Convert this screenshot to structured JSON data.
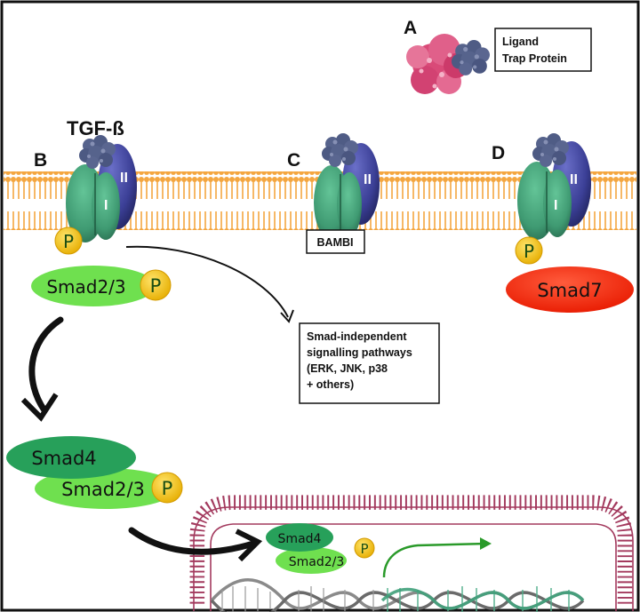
{
  "ligand_label": "TGF-ß",
  "panel_letters": {
    "a": "A",
    "b": "B",
    "c": "C",
    "d": "D"
  },
  "ligand_trap": {
    "line1": "Ligand",
    "line2": "Trap Protein"
  },
  "receptor_labels": {
    "type_one": "I",
    "type_two": "II"
  },
  "phospho_label": "P",
  "bambi_label": "BAMBI",
  "smad23_label": "Smad2/3",
  "smad4_label": "Smad4",
  "smad7_label": "Smad7",
  "pathways_box": {
    "line1": "Smad-independent",
    "line2": "signalling pathways",
    "line3": "(ERK, JNK, p38",
    "line4": "+ others)"
  },
  "colors": {
    "membrane": "#f4a640",
    "type_one_receptor": "#3f9a72",
    "type_two_receptor": "#3b3f96",
    "ligand": "#5a6690",
    "trap_protein": "#d94a78",
    "smad23": "#6fe04f",
    "smad4": "#27a05a",
    "smad7": "#ff2a0c",
    "phospho": "#f2c318",
    "nuclear_envelope": "#a33a5e",
    "transcription_arrow": "#2a9a2a"
  }
}
